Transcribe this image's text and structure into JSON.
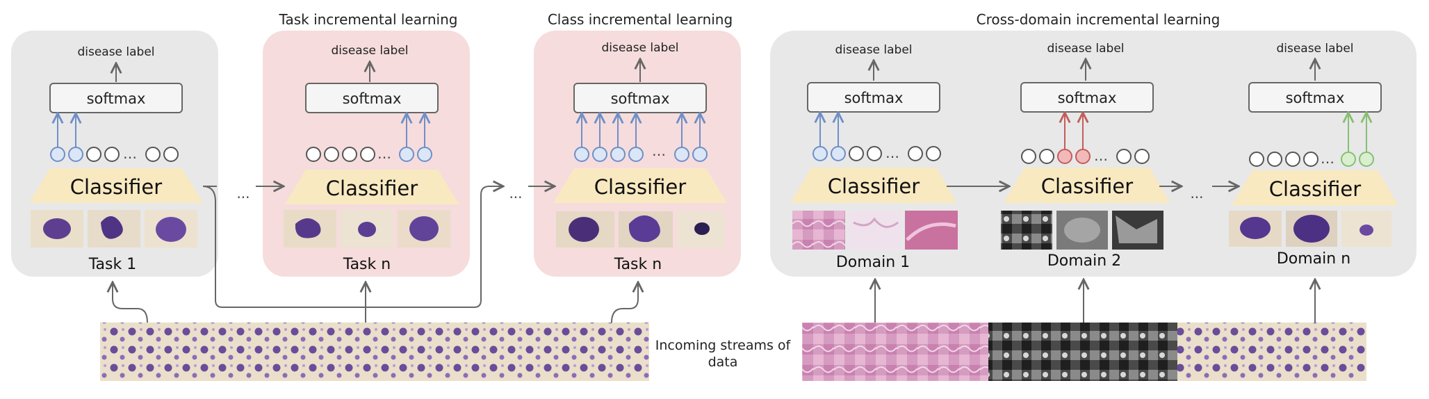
{
  "headings": {
    "task_incremental": "Task incremental learning",
    "class_incremental": "Class incremental learning",
    "cross_domain": "Cross-domain incremental learning"
  },
  "common": {
    "disease_label": "disease label",
    "softmax": "softmax",
    "classifier": "Classifier",
    "ellipsis": "...",
    "dots": "…"
  },
  "panels": {
    "task1": "Task 1",
    "task_n_a": "Task n",
    "task_n_b": "Task n",
    "domain1": "Domain 1",
    "domain2": "Domain 2",
    "domain_n": "Domain n"
  },
  "stream_label": {
    "line1": "Incoming streams of",
    "line2": "data"
  },
  "colors": {
    "gray_panel": "#e8e8e8",
    "pink_panel": "#f6dcdc",
    "classifier_fill": "#f8e9c1",
    "blue_active": "#6f8fc6",
    "blue_fill": "#dbe6f7",
    "red_active": "#c45c5c",
    "red_fill": "#f2b9b9",
    "green_active": "#86bf72",
    "green_fill": "#d9efcf",
    "arrow": "#666666"
  }
}
